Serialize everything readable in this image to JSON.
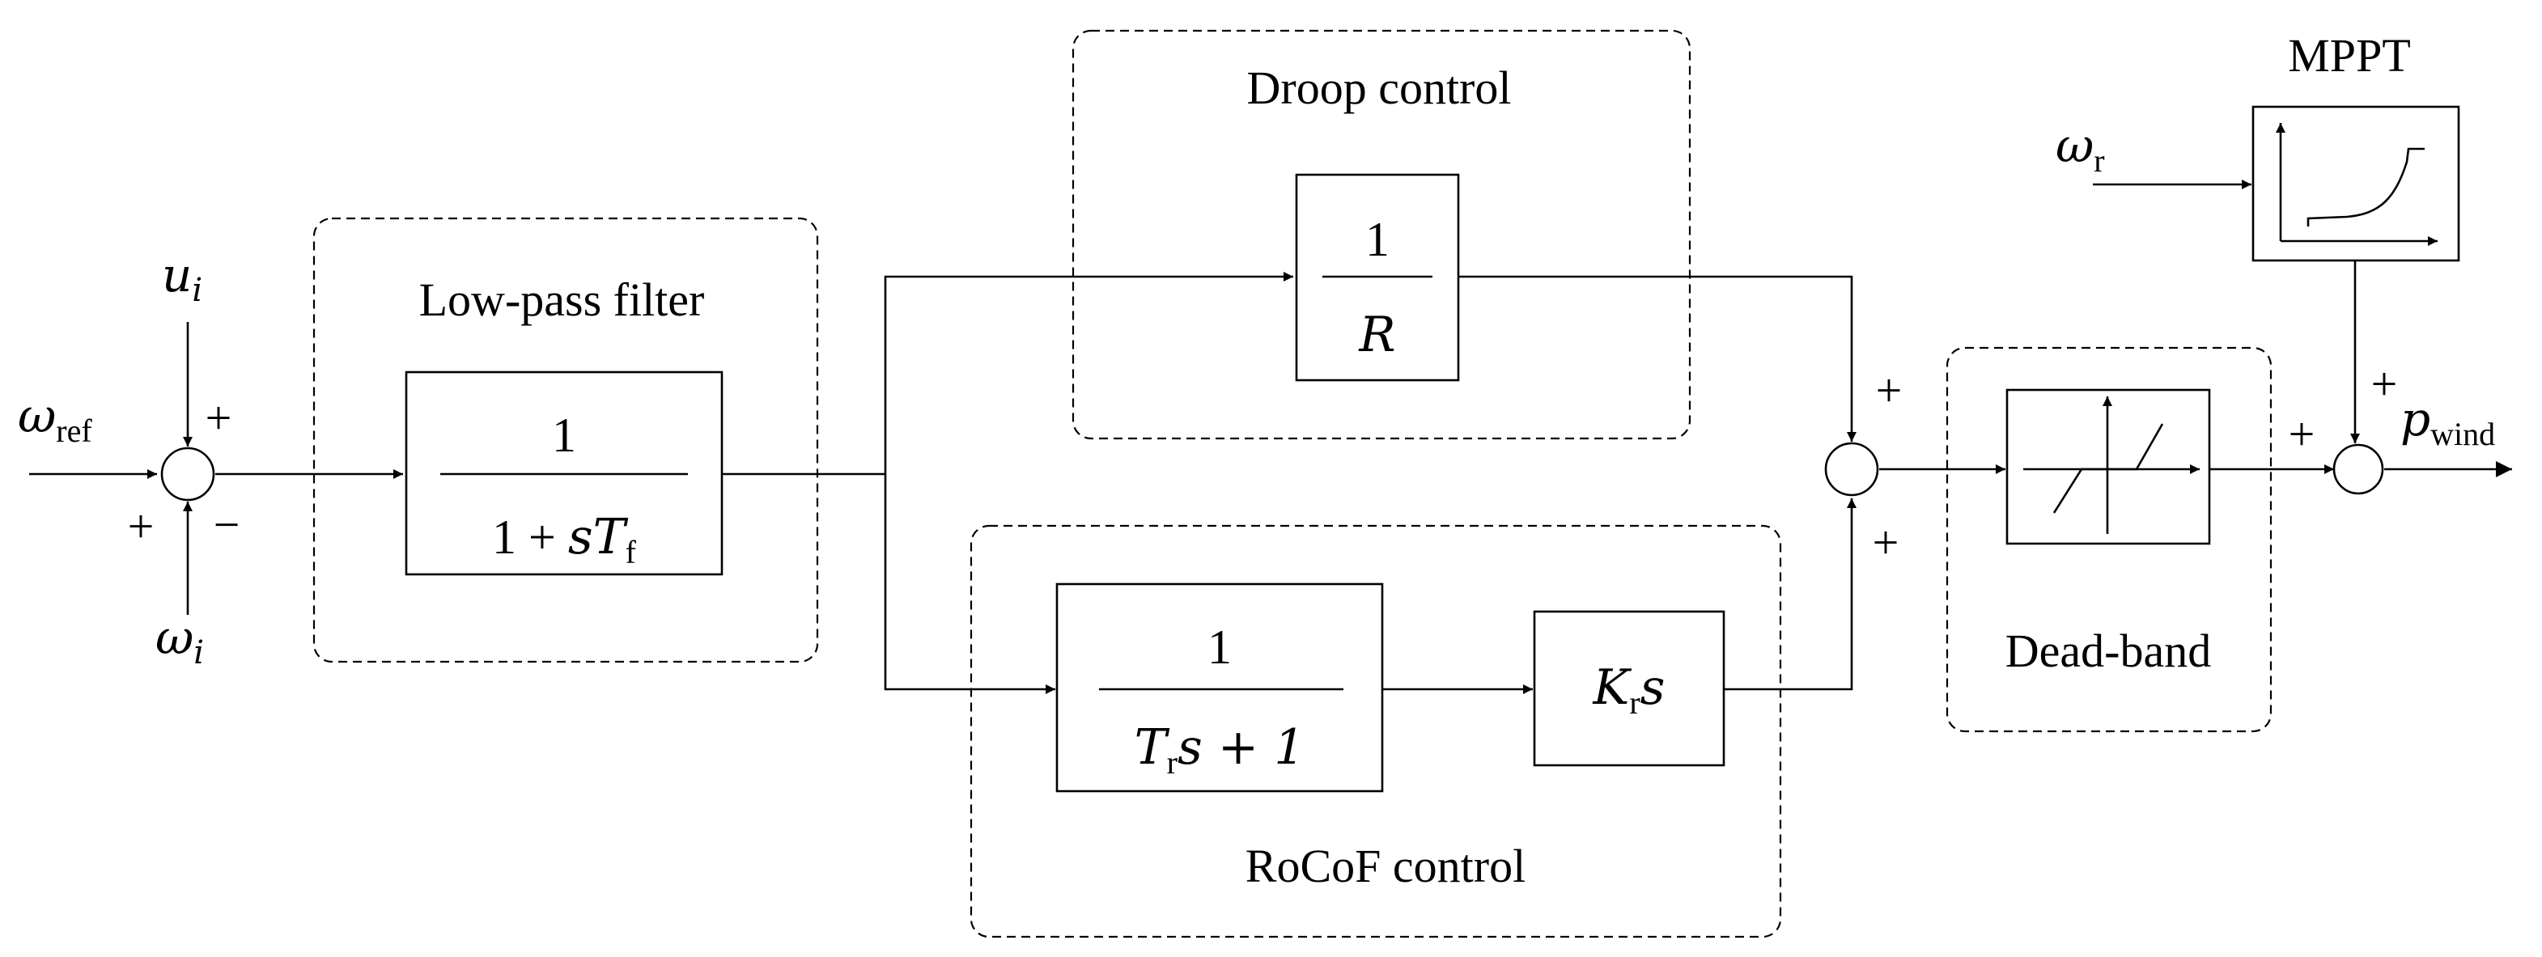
{
  "groups": {
    "lowpass": "Low-pass filter",
    "droop": "Droop control",
    "rocof": "RoCoF control",
    "deadband": "Dead-band",
    "mppt": "MPPT"
  },
  "blocks": {
    "lowpass": {
      "num": "1",
      "den_a": "1 + ",
      "den_b": "sT",
      "den_sub": "f"
    },
    "droop": {
      "num": "1",
      "den": "R"
    },
    "rocof_filter": {
      "num": "1",
      "den_a": "T",
      "den_sub": "r",
      "den_b": "s + 1"
    },
    "rocof_gain": {
      "a": "K",
      "sub": "r",
      "b": "s"
    }
  },
  "signals": {
    "omega_ref": {
      "base": "ω",
      "sub": "ref"
    },
    "u_i": {
      "base": "u",
      "sub": "i"
    },
    "omega_i": {
      "base": "ω",
      "sub": "i"
    },
    "omega_r": {
      "base": "ω",
      "sub": "r"
    },
    "p_wind": {
      "base": "p",
      "sub": "wind"
    }
  },
  "signs": {
    "sum1_top": "+",
    "sum1_left": "+",
    "sum1_bottom": "−",
    "sum2_top": "+",
    "sum2_bottom": "+",
    "sum3_left": "+",
    "sum3_top": "+"
  }
}
